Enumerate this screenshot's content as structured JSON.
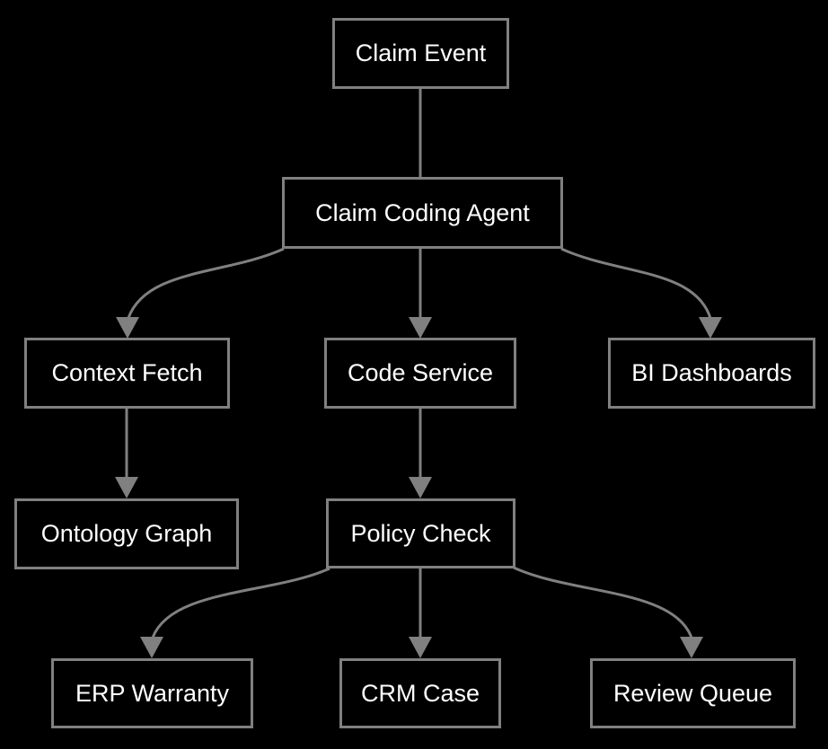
{
  "diagram": {
    "type": "flowchart",
    "background_color": "#000000",
    "node_border_color": "#808080",
    "node_fill_color": "#000000",
    "edge_color": "#808080",
    "text_color": "#ffffff",
    "nodes": [
      {
        "id": "claim-event",
        "label": "Claim Event"
      },
      {
        "id": "claim-coding-agent",
        "label": "Claim Coding Agent"
      },
      {
        "id": "context-fetch",
        "label": "Context Fetch"
      },
      {
        "id": "code-service",
        "label": "Code Service"
      },
      {
        "id": "bi-dashboards",
        "label": "BI Dashboards"
      },
      {
        "id": "ontology-graph",
        "label": "Ontology Graph"
      },
      {
        "id": "policy-check",
        "label": "Policy Check"
      },
      {
        "id": "erp-warranty",
        "label": "ERP Warranty"
      },
      {
        "id": "crm-case",
        "label": "CRM Case"
      },
      {
        "id": "review-queue",
        "label": "Review Queue"
      }
    ],
    "edges": [
      {
        "from": "claim-event",
        "to": "claim-coding-agent"
      },
      {
        "from": "claim-coding-agent",
        "to": "context-fetch"
      },
      {
        "from": "claim-coding-agent",
        "to": "code-service"
      },
      {
        "from": "claim-coding-agent",
        "to": "bi-dashboards"
      },
      {
        "from": "context-fetch",
        "to": "ontology-graph"
      },
      {
        "from": "code-service",
        "to": "policy-check"
      },
      {
        "from": "policy-check",
        "to": "erp-warranty"
      },
      {
        "from": "policy-check",
        "to": "crm-case"
      },
      {
        "from": "policy-check",
        "to": "review-queue"
      }
    ]
  }
}
